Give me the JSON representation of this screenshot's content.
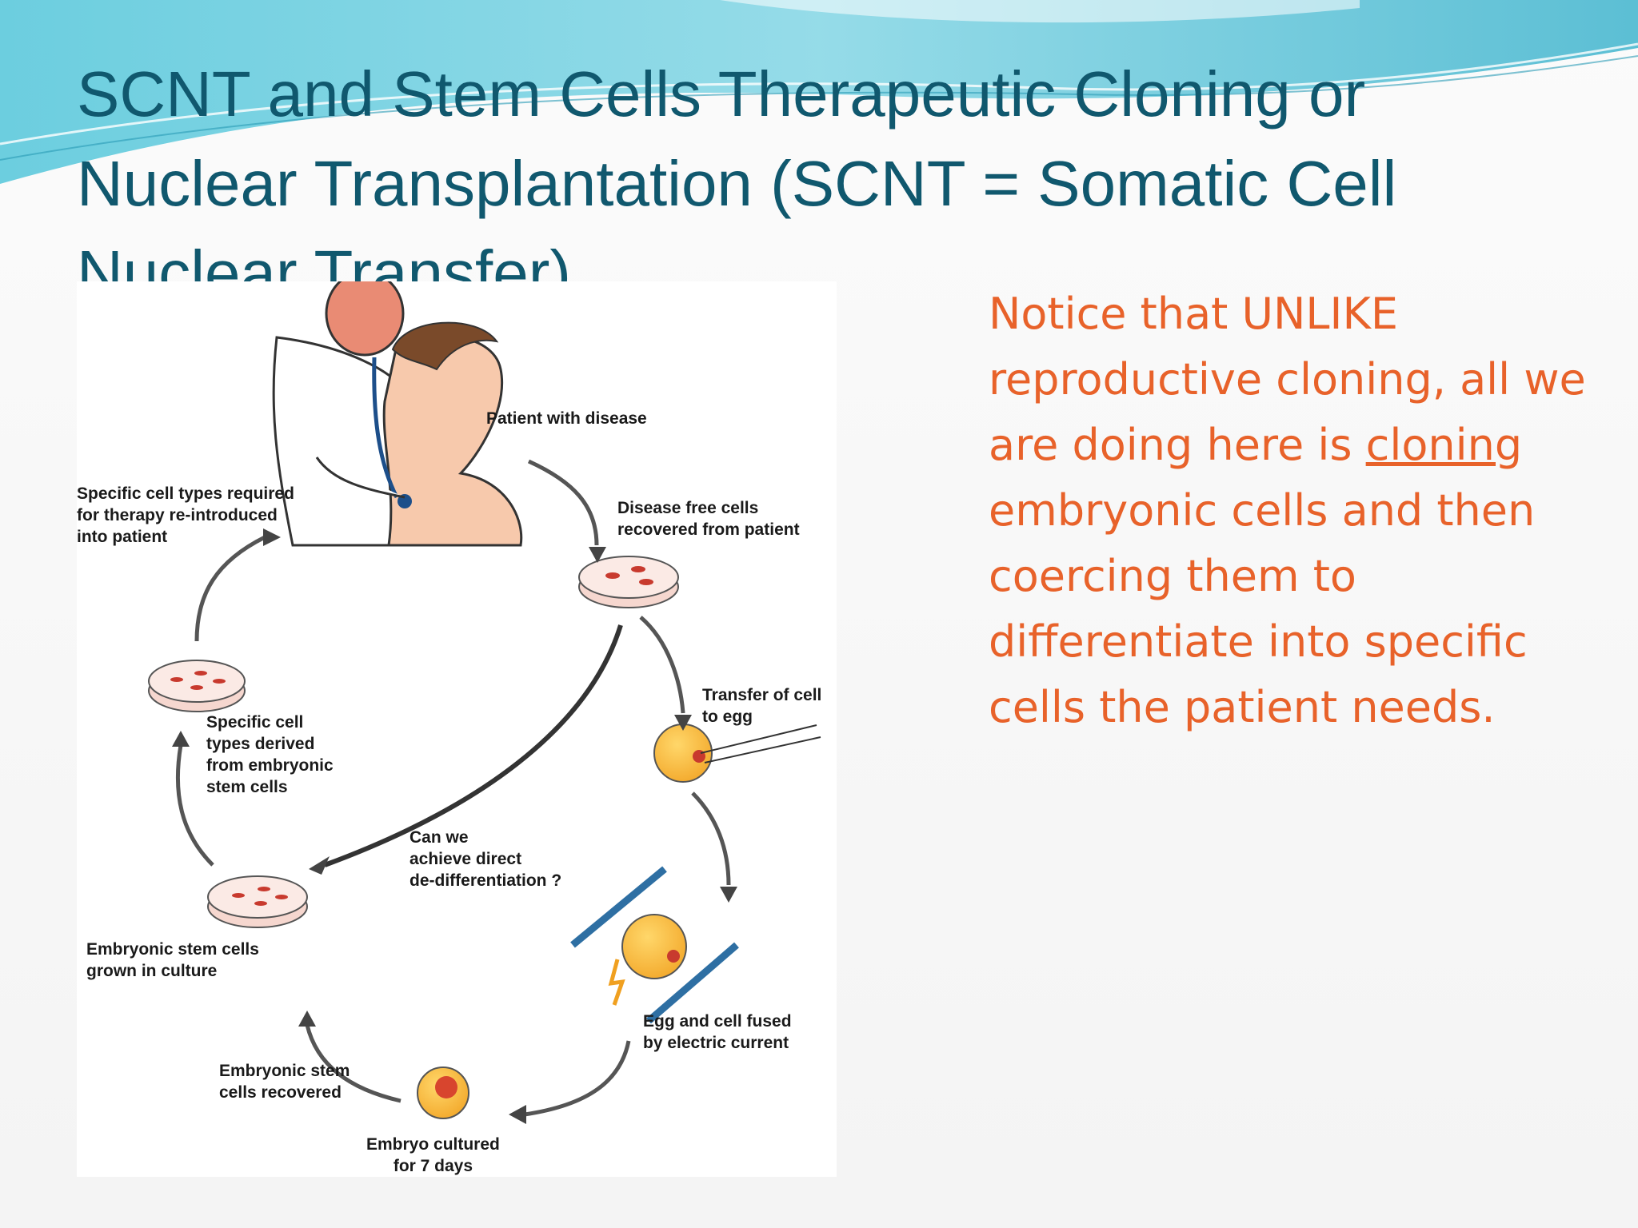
{
  "slide": {
    "title": "SCNT and Stem Cells Therapeutic Cloning or Nuclear Transplantation (SCNT = Somatic Cell Nuclear Transfer)",
    "note": {
      "before": "Notice that UNLIKE reproductive cloning, all we are doing here is ",
      "underlined": "cloning",
      "after": " embryonic cells and then coercing them to differentiate into specific cells the patient needs."
    },
    "colors": {
      "title": "#10586e",
      "note": "#e8622a",
      "swoosh": "#4fc3d9"
    }
  },
  "diagram": {
    "labels": {
      "patient": "Patient with disease",
      "disease_free": "Disease free cells\nrecovered from patient",
      "transfer": "Transfer of cell\nto egg",
      "fused": "Egg and cell fused\nby electric current",
      "embryo": "Embryo cultured\nfor 7 days",
      "es_recovered": "Embryonic stem\ncells recovered",
      "es_culture": "Embryonic stem cells\ngrown in culture",
      "specific_derived": "Specific cell\ntypes derived\nfrom embryonic\nstem cells",
      "reintroduced": "Specific cell types required\nfor therapy re-introduced\ninto patient",
      "direct": "Can we\nachieve direct\nde-differentiation ?"
    }
  }
}
